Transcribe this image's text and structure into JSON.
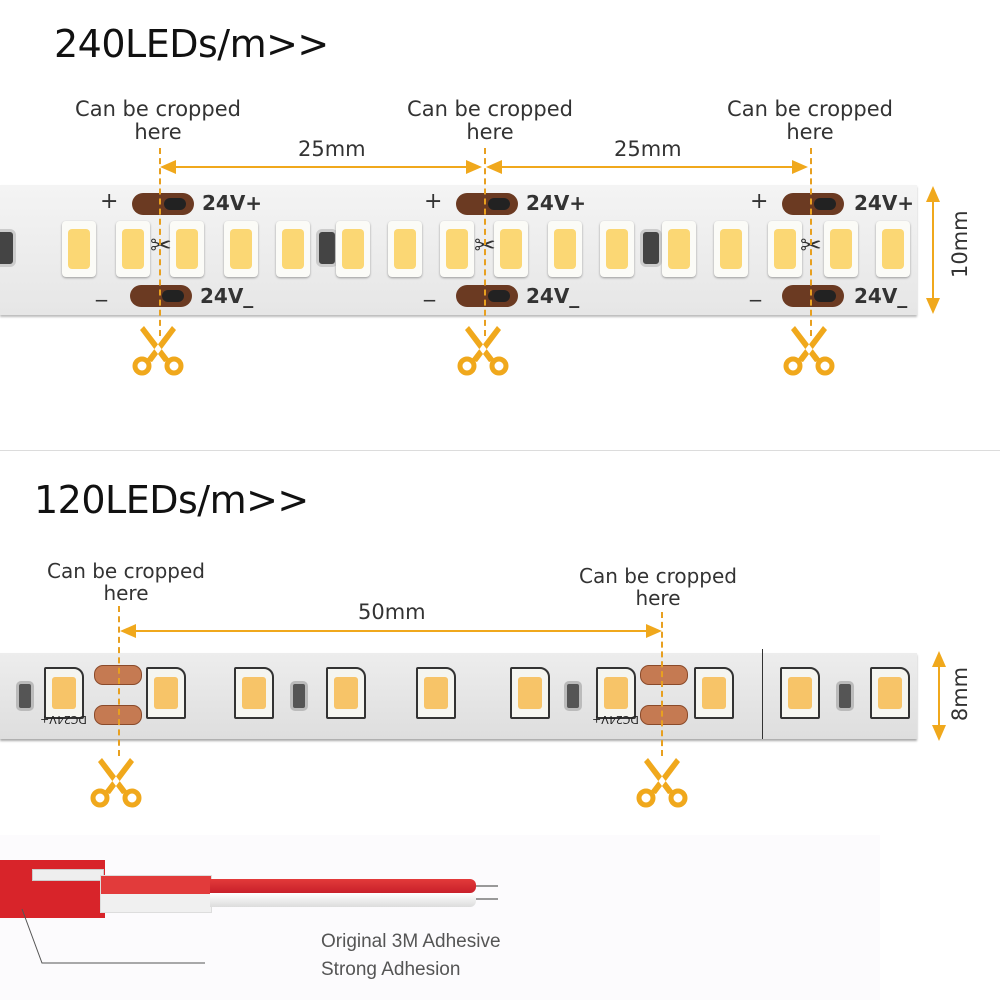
{
  "section_240": {
    "title": "240LEDs/m>>",
    "crop_labels": [
      "Can be cropped\nhere",
      "Can be cropped\nhere",
      "Can be cropped\nhere"
    ],
    "spacing": [
      "25mm",
      "25mm"
    ],
    "width": "10mm",
    "pad_plus": "24V+",
    "pad_minus": "24V_",
    "plus_sign": "+",
    "minus_sign": "_"
  },
  "section_120": {
    "title": "120LEDs/m>>",
    "crop_labels": [
      "Can be cropped\nhere",
      "Can be cropped\nhere"
    ],
    "spacing": "50mm",
    "width": "8mm",
    "marking": "DC24V+"
  },
  "wire_section": {
    "note_line1": "Original 3M Adhesive",
    "note_line2": "Strong Adhesion"
  },
  "colors": {
    "accent_orange": "#f0a81c",
    "led_yellow": "#fbd774",
    "pad_brown": "#6b3a22",
    "tape_red": "#d8242a"
  }
}
